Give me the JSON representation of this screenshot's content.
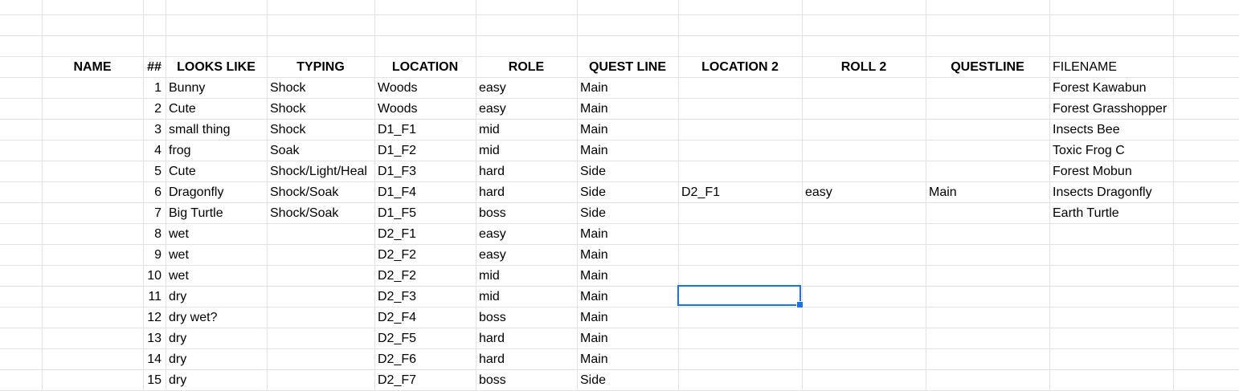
{
  "sheet": {
    "headers": [
      "NAME",
      "##",
      "LOOKS LIKE",
      "TYPING",
      "LOCATION",
      "ROLE",
      "QUEST LINE",
      "LOCATION 2",
      "ROLL 2",
      "QUESTLINE",
      "FILENAME"
    ],
    "rows": [
      [
        "",
        "1",
        "Bunny",
        "Shock",
        "Woods",
        "easy",
        "Main",
        "",
        "",
        "",
        "Forest Kawabun"
      ],
      [
        "",
        "2",
        "Cute",
        "Shock",
        "Woods",
        "easy",
        "Main",
        "",
        "",
        "",
        "Forest Grasshopper"
      ],
      [
        "",
        "3",
        "small thing",
        "Shock",
        "D1_F1",
        "mid",
        "Main",
        "",
        "",
        "",
        "Insects Bee"
      ],
      [
        "",
        "4",
        "frog",
        "Soak",
        "D1_F2",
        "mid",
        "Main",
        "",
        "",
        "",
        "Toxic Frog C"
      ],
      [
        "",
        "5",
        "Cute",
        "Shock/Light/Heal",
        "D1_F3",
        "hard",
        "Side",
        "",
        "",
        "",
        "Forest Mobun"
      ],
      [
        "",
        "6",
        "Dragonfly",
        "Shock/Soak",
        "D1_F4",
        "hard",
        "Side",
        "D2_F1",
        "easy",
        "Main",
        "Insects Dragonfly"
      ],
      [
        "",
        "7",
        "Big Turtle",
        "Shock/Soak",
        "D1_F5",
        "boss",
        "Side",
        "",
        "",
        "",
        "Earth Turtle"
      ],
      [
        "",
        "8",
        "wet",
        "",
        "D2_F1",
        "easy",
        "Main",
        "",
        "",
        "",
        ""
      ],
      [
        "",
        "9",
        "wet",
        "",
        "D2_F2",
        "easy",
        "Main",
        "",
        "",
        "",
        ""
      ],
      [
        "",
        "10",
        "wet",
        "",
        "D2_F2",
        "mid",
        "Main",
        "",
        "",
        "",
        ""
      ],
      [
        "",
        "11",
        "dry",
        "",
        "D2_F3",
        "mid",
        "Main",
        "",
        "",
        "",
        ""
      ],
      [
        "",
        "12",
        "dry wet?",
        "",
        "D2_F4",
        "boss",
        "Main",
        "",
        "",
        "",
        ""
      ],
      [
        "",
        "13",
        "dry",
        "",
        "D2_F5",
        "hard",
        "Main",
        "",
        "",
        "",
        ""
      ],
      [
        "",
        "14",
        "dry",
        "",
        "D2_F6",
        "hard",
        "Main",
        "",
        "",
        "",
        ""
      ],
      [
        "",
        "15",
        "dry",
        "",
        "D2_F7",
        "boss",
        "Side",
        "",
        "",
        "",
        ""
      ]
    ]
  },
  "colors": {
    "gridline": "#e2e2e2",
    "selection": "#1a73e8"
  }
}
